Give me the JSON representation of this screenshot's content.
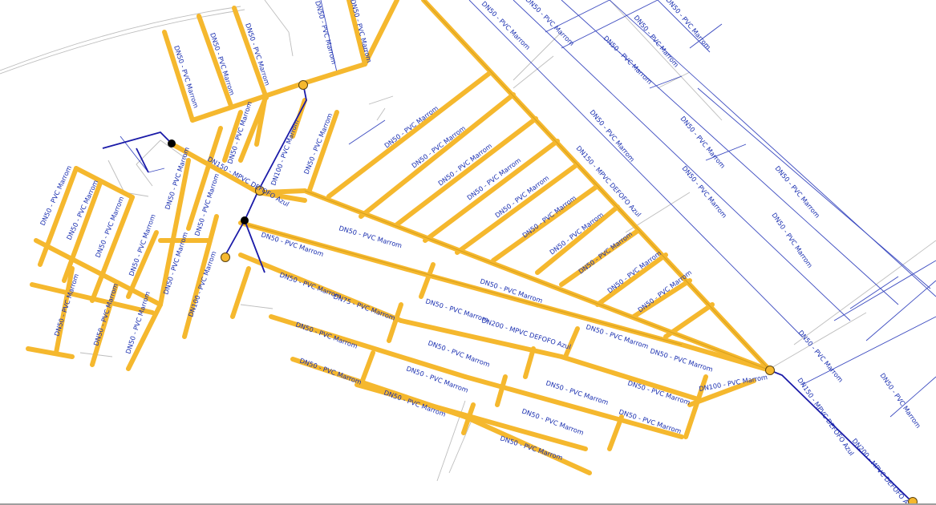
{
  "colors": {
    "background": "#ffffff",
    "network_pipe": "#f5b82e",
    "network_pipe_core": "#dca31e",
    "active_pipe": "#1a1aa8",
    "parcel_line": "#3c4bc0",
    "boundary_line": "#bdbdbd",
    "label": "#1a2fb0",
    "node_fill": "#f5b82e",
    "node_stroke": "#5a4210",
    "junction_fill": "#000000"
  },
  "icons": {
    "valve_node": "valve-node-icon",
    "junction_node": "junction-node-icon"
  },
  "labels": {
    "dn50_pvc": "DN50 - PVC Marrom",
    "dn75_pvc": "DN75 - PVC Marrom",
    "dn100_pvc": "DN100 - PVC Marrom",
    "dn150_defofo": "DN150 - MPVC DEFOFO Azul",
    "dn200_defofo": "DN200 - MPVC DEFOFO Azul"
  }
}
